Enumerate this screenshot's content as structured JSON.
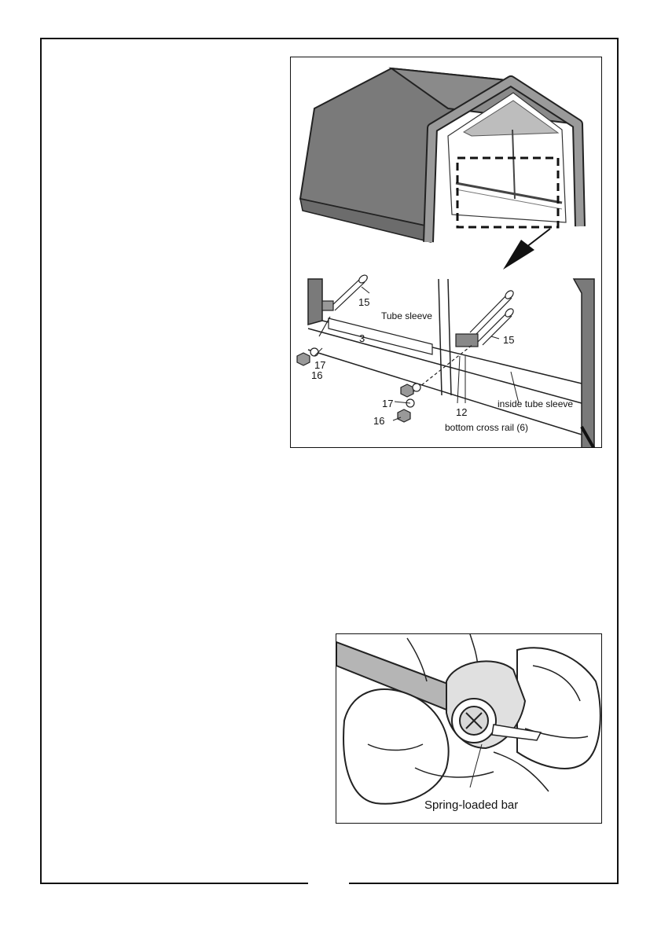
{
  "figure_top": {
    "labels": {
      "part_15_left": "15",
      "part_15_right": "15",
      "tube_sleeve": "Tube sleeve",
      "part_3": "3",
      "part_17_left": "17",
      "part_16_left": "16",
      "part_17_mid": "17",
      "part_16_mid": "16",
      "part_12": "12",
      "inside_tube_sleeve": "inside tube sleeve",
      "bottom_cross_rail": "bottom cross rail (6)"
    }
  },
  "figure_bottom": {
    "labels": {
      "spring_loaded_bar": "Spring-loaded bar"
    }
  }
}
